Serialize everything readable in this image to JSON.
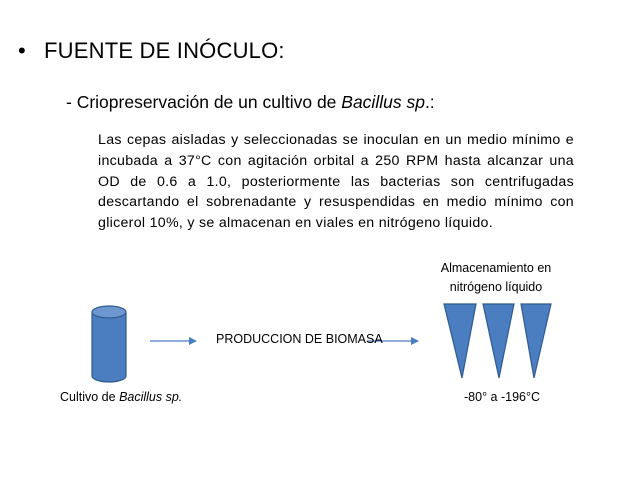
{
  "slide": {
    "bullet_symbol": "•",
    "heading": "FUENTE DE INÓCULO:",
    "subheading_prefix": "- Criopreservación de un cultivo de ",
    "subheading_italic": "Bacillus sp",
    "subheading_suffix": ".:",
    "paragraph": "Las cepas aisladas y seleccionadas se inoculan en un medio mínimo e incubada a 37°C con agitación orbital a 250 RPM hasta alcanzar una OD de 0.6 a 1.0, posteriormente las bacterias son centrifugadas descartando el sobrenadante y resuspendidas en medio mínimo con glicerol 10%, y se almacenan en viales en nitrógeno líquido."
  },
  "diagram": {
    "storage_label_line1": "Almacenamiento en",
    "storage_label_line2": "nitrógeno líquido",
    "process_label": "PRODUCCION DE BIOMASA",
    "culture_label_prefix": "Cultivo de ",
    "culture_label_italic": "Bacillus sp.",
    "temperature_label": "-80° a -196°C",
    "colors": {
      "shape_fill": "#4a7ec0",
      "shape_stroke": "#2f5b8f",
      "arrow": "#4a7ec0"
    }
  }
}
